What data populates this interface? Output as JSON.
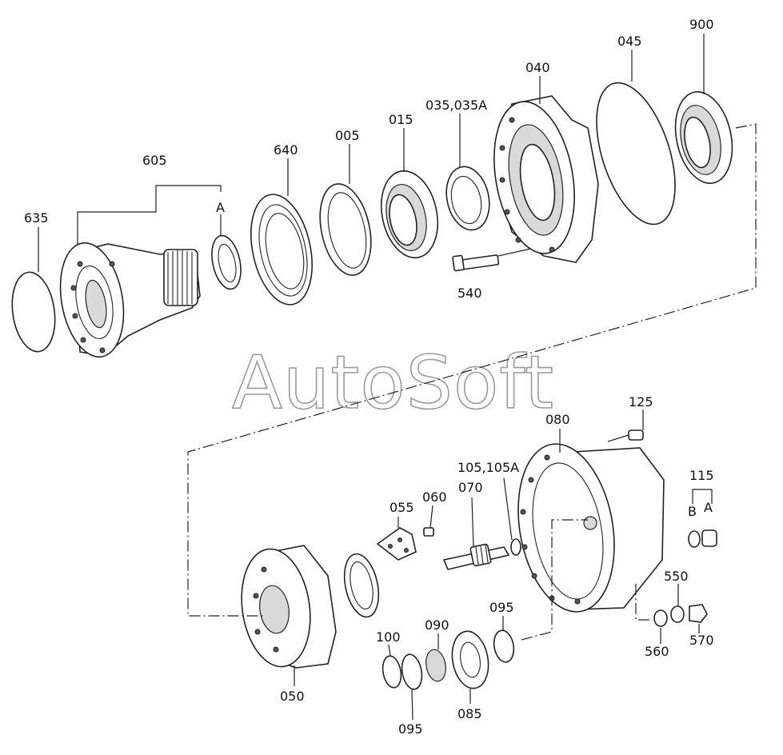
{
  "watermark": "AutoSoft",
  "part_labels": [
    {
      "id": "900",
      "text": "900"
    },
    {
      "id": "045",
      "text": "045"
    },
    {
      "id": "040",
      "text": "040"
    },
    {
      "id": "035",
      "text": "035,035A"
    },
    {
      "id": "015",
      "text": "015"
    },
    {
      "id": "005",
      "text": "005"
    },
    {
      "id": "640",
      "text": "640"
    },
    {
      "id": "605",
      "text": "605"
    },
    {
      "id": "635",
      "text": "635"
    },
    {
      "id": "a-top",
      "text": "A"
    },
    {
      "id": "540",
      "text": "540"
    },
    {
      "id": "125",
      "text": "125"
    },
    {
      "id": "080",
      "text": "080"
    },
    {
      "id": "105",
      "text": "105,105A"
    },
    {
      "id": "070",
      "text": "070"
    },
    {
      "id": "060",
      "text": "060"
    },
    {
      "id": "055",
      "text": "055"
    },
    {
      "id": "115",
      "text": "115"
    },
    {
      "id": "b-right",
      "text": "B"
    },
    {
      "id": "a-right",
      "text": "A"
    },
    {
      "id": "550",
      "text": "550"
    },
    {
      "id": "560",
      "text": "560"
    },
    {
      "id": "570",
      "text": "570"
    },
    {
      "id": "095a",
      "text": "095"
    },
    {
      "id": "090",
      "text": "090"
    },
    {
      "id": "100",
      "text": "100"
    },
    {
      "id": "085",
      "text": "085"
    },
    {
      "id": "095b",
      "text": "095"
    },
    {
      "id": "050",
      "text": "050"
    }
  ]
}
